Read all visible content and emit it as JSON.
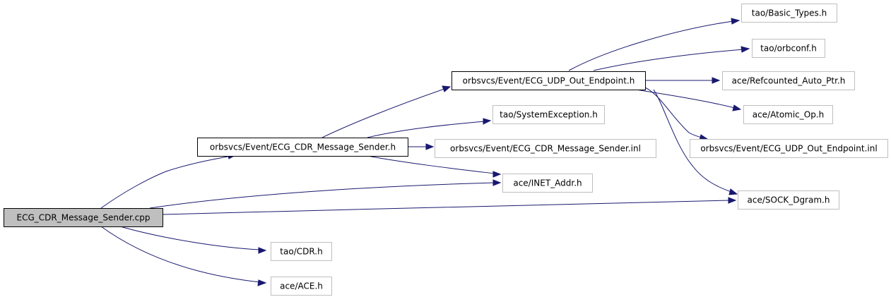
{
  "nodes": [
    {
      "id": "n0",
      "label": "ECG_CDR_Message_Sender.cpp",
      "style": "root"
    },
    {
      "id": "n1",
      "label": "orbsvcs/Event/ECG_CDR_Message_Sender.h",
      "style": "solid"
    },
    {
      "id": "n2",
      "label": "orbsvcs/Event/ECG_UDP_Out_Endpoint.h",
      "style": "solid"
    },
    {
      "id": "n3",
      "label": "tao/Basic_Types.h",
      "style": "faint"
    },
    {
      "id": "n4",
      "label": "tao/orbconf.h",
      "style": "faint"
    },
    {
      "id": "n5",
      "label": "ace/Refcounted_Auto_Ptr.h",
      "style": "faint"
    },
    {
      "id": "n6",
      "label": "ace/Atomic_Op.h",
      "style": "faint"
    },
    {
      "id": "n7",
      "label": "orbsvcs/Event/ECG_UDP_Out_Endpoint.inl",
      "style": "faint"
    },
    {
      "id": "n8",
      "label": "ace/SOCK_Dgram.h",
      "style": "faint"
    },
    {
      "id": "n9",
      "label": "tao/SystemException.h",
      "style": "faint"
    },
    {
      "id": "n10",
      "label": "orbsvcs/Event/ECG_CDR_Message_Sender.inl",
      "style": "faint"
    },
    {
      "id": "n11",
      "label": "ace/INET_Addr.h",
      "style": "faint"
    },
    {
      "id": "n12",
      "label": "tao/CDR.h",
      "style": "faint"
    },
    {
      "id": "n13",
      "label": "ace/ACE.h",
      "style": "faint"
    }
  ],
  "edges": [
    {
      "from": "n0",
      "to": "n1"
    },
    {
      "from": "n0",
      "to": "n11"
    },
    {
      "from": "n0",
      "to": "n8"
    },
    {
      "from": "n0",
      "to": "n12"
    },
    {
      "from": "n0",
      "to": "n13"
    },
    {
      "from": "n1",
      "to": "n2"
    },
    {
      "from": "n1",
      "to": "n9"
    },
    {
      "from": "n1",
      "to": "n10"
    },
    {
      "from": "n1",
      "to": "n11"
    },
    {
      "from": "n2",
      "to": "n3"
    },
    {
      "from": "n2",
      "to": "n4"
    },
    {
      "from": "n2",
      "to": "n5"
    },
    {
      "from": "n2",
      "to": "n6"
    },
    {
      "from": "n2",
      "to": "n7"
    },
    {
      "from": "n2",
      "to": "n8"
    }
  ],
  "colors": {
    "edge": "#191970",
    "root_fill": "#bfbfbf",
    "faint_border": "#bfbfbf"
  }
}
